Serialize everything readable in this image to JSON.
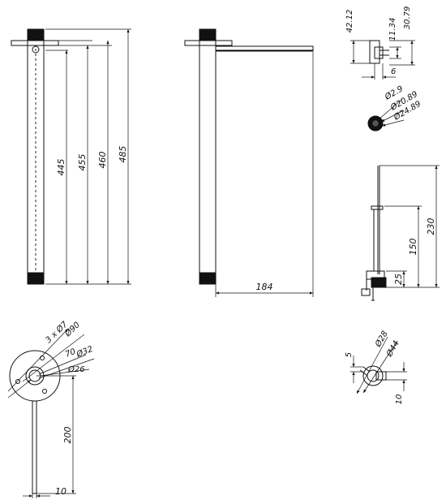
{
  "colors": {
    "line": "#111111",
    "background": "#ffffff"
  },
  "dims": {
    "front": {
      "d445": "445",
      "d455": "455",
      "d460": "460",
      "d485": "485"
    },
    "side": {
      "d184": "184"
    },
    "clamp_top": {
      "d4212": "42.12",
      "d1134": "11.34",
      "d3079": "30.79",
      "d6": "6"
    },
    "knob": {
      "d29": "Ø2.9",
      "d2089": "Ø20.89",
      "d2489": "Ø24.89"
    },
    "stand": {
      "d230": "230",
      "d150": "150",
      "d25": "25"
    },
    "flange": {
      "holes": "3 x Ø7",
      "d90": "Ø90",
      "d70": "70",
      "d32": "Ø32",
      "d26": "Ø26",
      "d200": "200",
      "d10": "10"
    },
    "clamp_bottom": {
      "d5": "5",
      "d28": "Ø28",
      "d44": "Ø44",
      "d10": "10"
    }
  }
}
